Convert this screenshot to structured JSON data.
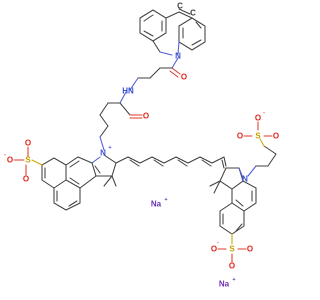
{
  "molecule": {
    "atom_labels": {
      "alkyne_c1": "C",
      "alkyne_c2": "C",
      "n_dbco": "N",
      "o_dbco": "O",
      "nh": "HN",
      "o_amide": "O",
      "n_plus": "N",
      "n_plus_charge": "+",
      "n2": "N",
      "s1": "S",
      "s1_o1": "O",
      "s1_o2": "O",
      "s1_o3": "O",
      "s1_charge": "-",
      "s2": "S",
      "s2_o1": "O",
      "s2_o2": "O",
      "s2_o3": "O",
      "s2_charge": "-",
      "s3": "S",
      "s3_o1": "O",
      "s3_o2": "O",
      "s3_o3": "O",
      "s3_charge": "-"
    },
    "counterions": [
      {
        "symbol": "Na",
        "charge": "+"
      },
      {
        "symbol": "Na",
        "charge": "+"
      }
    ]
  }
}
